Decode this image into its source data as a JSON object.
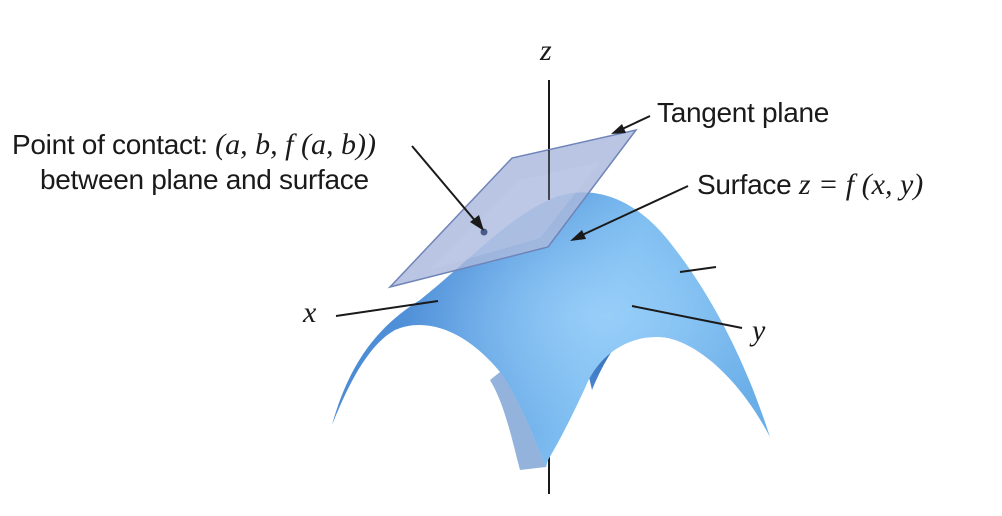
{
  "labels": {
    "z_axis": "z",
    "x_axis": "x",
    "y_axis": "y",
    "tangent_plane": "Tangent plane",
    "surface_prefix": "Surface ",
    "surface_eq": "z = f (x, y)",
    "contact_prefix": "Point of contact: ",
    "contact_math": "(a, b, f (a, b))",
    "contact_line2": "between plane and surface"
  },
  "colors": {
    "surface_light": "#7ec0ee",
    "surface_mid": "#5b9fe0",
    "surface_dark": "#3d7cc9",
    "plane_fill": "#a9b8dc",
    "plane_edge": "#6f84b8",
    "line": "#1a1a1a"
  }
}
